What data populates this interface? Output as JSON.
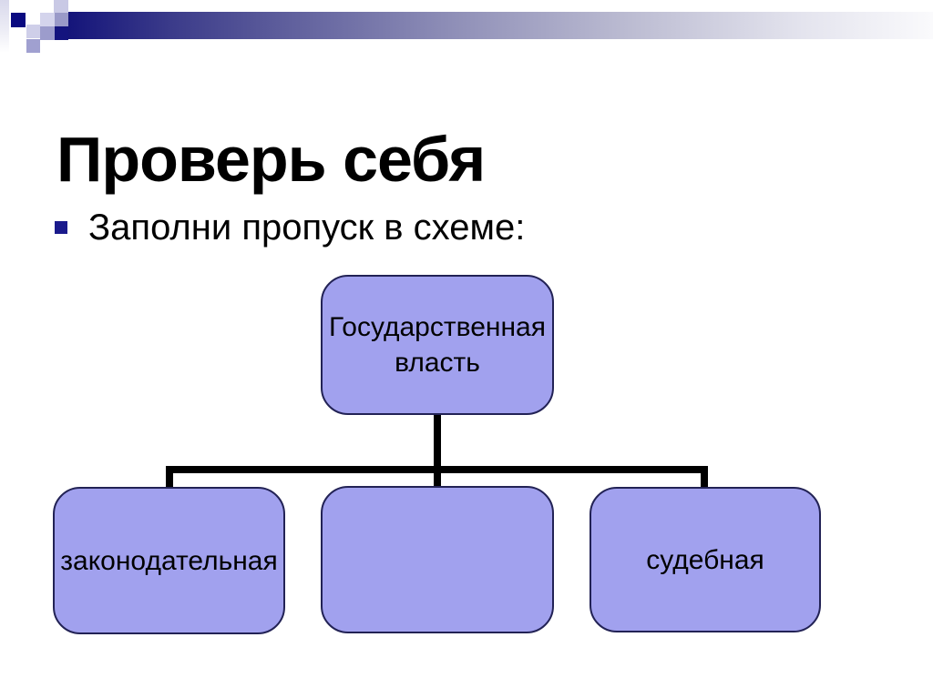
{
  "slide": {
    "title": "Проверь себя",
    "bullet": {
      "text": "Заполни пропуск в схеме:"
    }
  },
  "diagram": {
    "root": {
      "label": "Государственная власть"
    },
    "children": [
      {
        "label": "законодательная"
      },
      {
        "label": ""
      },
      {
        "label": "судебная"
      }
    ]
  },
  "colors": {
    "accent_navy": "#14147a",
    "bar_gradient_start": "#14147a",
    "bar_gradient_end": "#fafafc",
    "bullet_marker": "#1a1a8c",
    "box_fill": "#a1a1ee",
    "box_border": "#222255",
    "connector": "#000000",
    "text": "#000000",
    "background": "#ffffff"
  }
}
